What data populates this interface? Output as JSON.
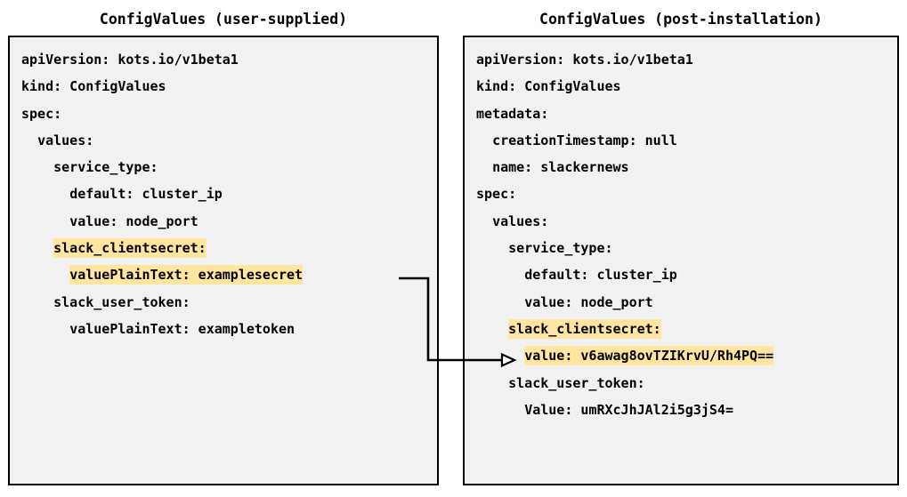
{
  "panels": {
    "left": {
      "title": "ConfigValues (user-supplied)",
      "lines": [
        {
          "text": "apiVersion: kots.io/v1beta1",
          "highlight": false
        },
        {
          "text": "kind: ConfigValues",
          "highlight": false
        },
        {
          "text": "spec:",
          "highlight": false
        },
        {
          "text": "  values:",
          "highlight": false
        },
        {
          "text": "    service_type:",
          "highlight": false
        },
        {
          "text": "      default: cluster_ip",
          "highlight": false
        },
        {
          "text": "      value: node_port",
          "highlight": false
        },
        {
          "text": "    slack_clientsecret:",
          "highlight": true
        },
        {
          "text": "      valuePlainText: examplesecret",
          "highlight": true
        },
        {
          "text": "    slack_user_token:",
          "highlight": false
        },
        {
          "text": "      valuePlainText: exampletoken",
          "highlight": false
        }
      ]
    },
    "right": {
      "title": "ConfigValues (post-installation)",
      "lines": [
        {
          "text": "apiVersion: kots.io/v1beta1",
          "highlight": false
        },
        {
          "text": "kind: ConfigValues",
          "highlight": false
        },
        {
          "text": "metadata:",
          "highlight": false
        },
        {
          "text": "  creationTimestamp: null",
          "highlight": false
        },
        {
          "text": "  name: slackernews",
          "highlight": false
        },
        {
          "text": "spec:",
          "highlight": false
        },
        {
          "text": "  values:",
          "highlight": false
        },
        {
          "text": "    service_type:",
          "highlight": false
        },
        {
          "text": "      default: cluster_ip",
          "highlight": false
        },
        {
          "text": "      value: node_port",
          "highlight": false
        },
        {
          "text": "    slack_clientsecret:",
          "highlight": true
        },
        {
          "text": "      value: v6awag8ovTZIKrvU/Rh4PQ==",
          "highlight": true
        },
        {
          "text": "    slack_user_token:",
          "highlight": false
        },
        {
          "text": "      Value: umRXcJhJAl2i5g3jS4=",
          "highlight": false
        }
      ]
    }
  },
  "connector": {
    "from": "examplesecret",
    "to": "value: v6awag8ovTZIKrvU/Rh4PQ==",
    "color": "#000000"
  },
  "colors": {
    "highlight": "#ffe5a0",
    "panel_fill": "#f1f1f1",
    "panel_border": "#000000",
    "text": "#000000",
    "background": "#ffffff"
  }
}
